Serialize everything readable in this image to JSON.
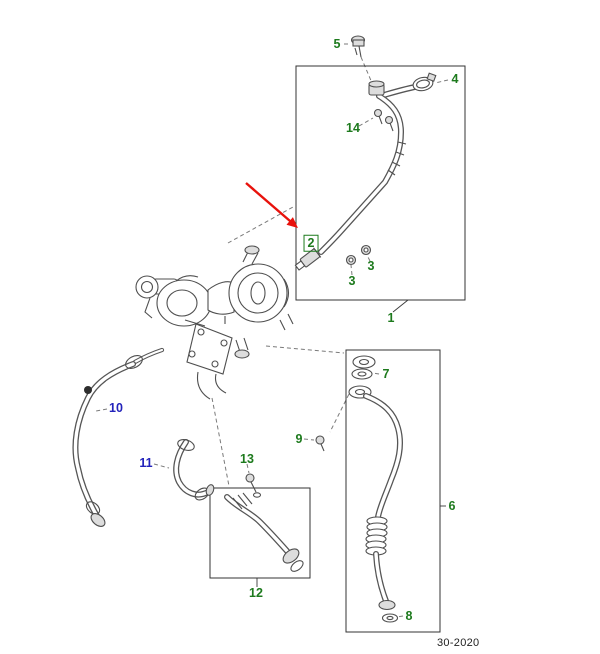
{
  "diagram": {
    "code": "30-2020",
    "colors": {
      "green": "#1d7a1d",
      "blue": "#2323bb",
      "red": "#e8120c",
      "line": "#4f4f4f",
      "box": "#333333"
    }
  },
  "callouts": [
    {
      "label": "5",
      "color": "green",
      "boxed": false
    },
    {
      "label": "4",
      "color": "green",
      "boxed": false
    },
    {
      "label": "14",
      "color": "green",
      "boxed": false
    },
    {
      "label": "2",
      "color": "green",
      "boxed": true
    },
    {
      "label": "3",
      "color": "green",
      "boxed": false
    },
    {
      "label": "3",
      "color": "green",
      "boxed": false
    },
    {
      "label": "1",
      "color": "green",
      "boxed": false
    },
    {
      "label": "7",
      "color": "green",
      "boxed": false
    },
    {
      "label": "9",
      "color": "green",
      "boxed": false
    },
    {
      "label": "10",
      "color": "blue",
      "boxed": false
    },
    {
      "label": "11",
      "color": "blue",
      "boxed": false
    },
    {
      "label": "13",
      "color": "green",
      "boxed": false
    },
    {
      "label": "12",
      "color": "green",
      "boxed": false
    },
    {
      "label": "6",
      "color": "green",
      "boxed": false
    },
    {
      "label": "8",
      "color": "green",
      "boxed": false
    }
  ]
}
